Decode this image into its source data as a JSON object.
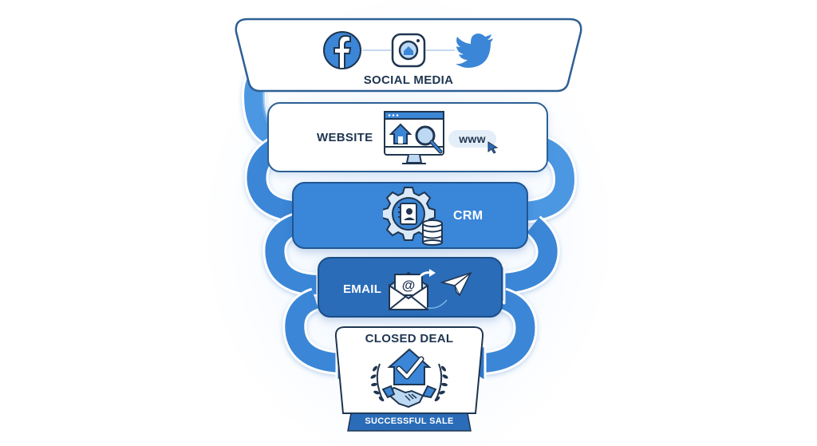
{
  "diagram": {
    "type": "sales-funnel",
    "colors": {
      "outline": "#2d5f94",
      "arrow": "#3b86d6",
      "arrow_dark": "#2a6cb8",
      "crm_fill": "#3a86d8",
      "email_fill": "#2a6cb8",
      "text_dark": "#1f3550",
      "text_light": "#ffffff"
    },
    "stages": [
      {
        "id": "social",
        "label": "SOCIAL MEDIA",
        "icons": [
          "facebook-icon",
          "instagram-home-icon",
          "twitter-bird-icon"
        ]
      },
      {
        "id": "website",
        "label": "WEBSITE",
        "icons": [
          "monitor-home-search-icon"
        ],
        "url_chip": "www"
      },
      {
        "id": "crm",
        "label": "CRM",
        "icons": [
          "gear-contact-book-icon",
          "database-icon"
        ]
      },
      {
        "id": "email",
        "label": "EMAIL",
        "icons": [
          "envelope-at-icon",
          "paper-plane-icon"
        ]
      },
      {
        "id": "closed",
        "label": "CLOSED DEAL",
        "icons": [
          "house-check-icon",
          "handshake-icon",
          "laurel-wreath-icon"
        ],
        "ribbon": "SUCCESSFUL SALE"
      }
    ]
  }
}
